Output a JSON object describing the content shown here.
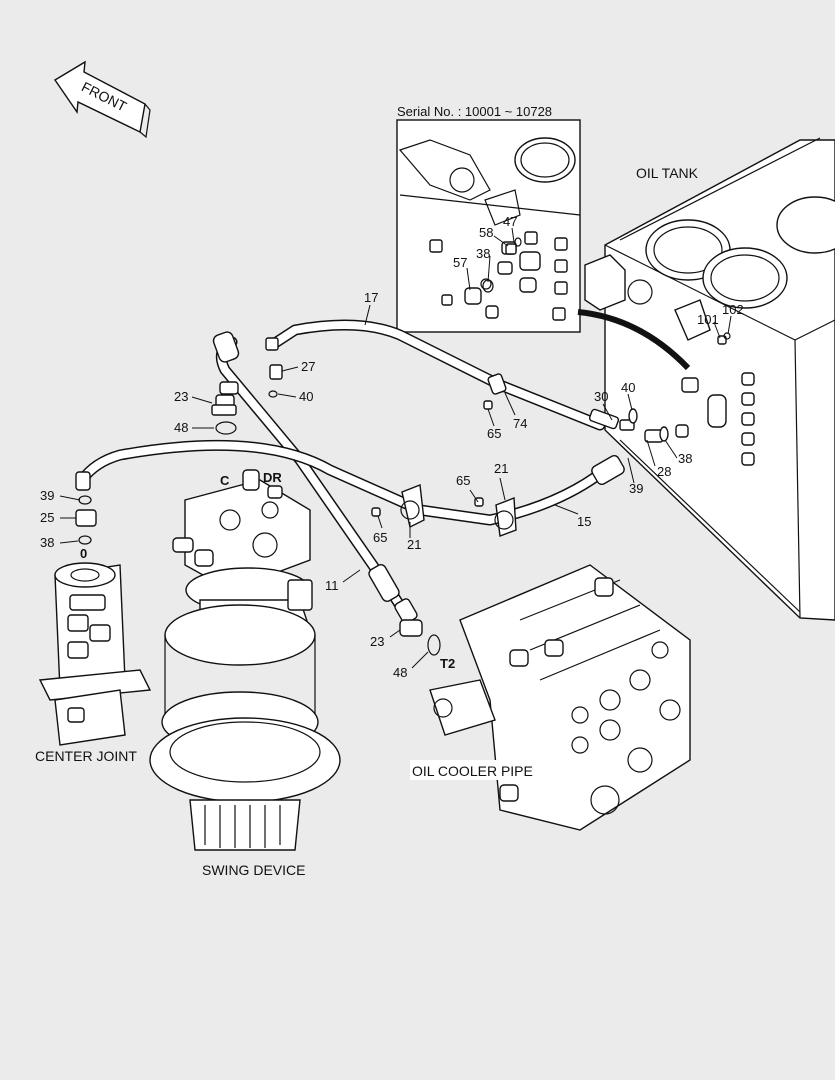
{
  "front_arrow": {
    "label": "FRONT"
  },
  "inset": {
    "serial": "Serial No. : 10001 ~ 10728"
  },
  "captions": {
    "oil_tank": "OIL TANK",
    "center_joint": "CENTER JOINT",
    "swing_device": "SWING DEVICE",
    "oil_cooler_pipe": "OIL COOLER PIPE"
  },
  "port_labels": {
    "c": "C",
    "dr": "DR",
    "t2": "T2",
    "zero": "0"
  },
  "callouts": {
    "n17": "17",
    "n27": "27",
    "n40a": "40",
    "n23a": "23",
    "n48a": "48",
    "n39a": "39",
    "n25": "25",
    "n38a": "38",
    "n47": "47",
    "n58": "58",
    "n38b": "38",
    "n57": "57",
    "n101": "101",
    "n102": "102",
    "n30": "30",
    "n40b": "40",
    "n74": "74",
    "n65a": "65",
    "n38c": "38",
    "n28": "28",
    "n39b": "39",
    "n21a": "21",
    "n65b": "65",
    "n15": "15",
    "n65c": "65",
    "n21b": "21",
    "n11": "11",
    "n23b": "23",
    "n48b": "48"
  },
  "colors": {
    "background": "#ebebeb",
    "line": "#111111",
    "fill": "#ffffff"
  }
}
